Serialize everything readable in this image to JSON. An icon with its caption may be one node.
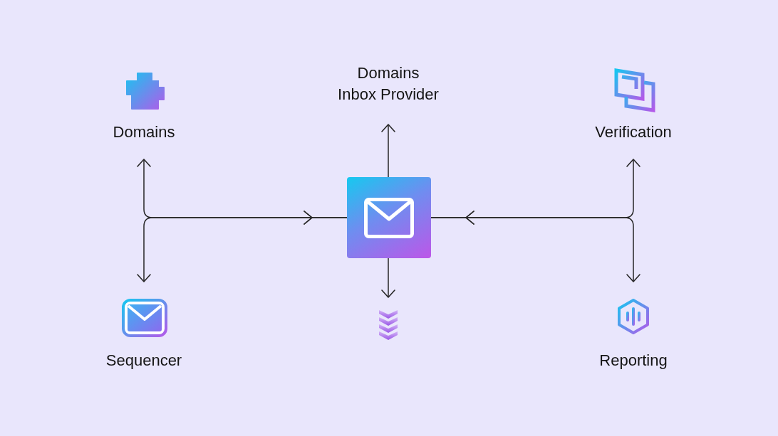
{
  "diagram": {
    "nodes": [
      {
        "text": [
          "Domains"
        ]
      },
      {
        "text": [
          "Domains Inbox Provider"
        ]
      },
      {
        "text": [
          "Verification"
        ]
      },
      {
        "text": [],
        "shape": "box"
      },
      {
        "text": [
          "Sequencer"
        ]
      },
      {
        "text": [],
        "shape": "picture"
      },
      {
        "text": [
          "Reporting"
        ]
      }
    ],
    "edges": [
      {
        "from": 3,
        "to": 0,
        "arrow": "both"
      },
      {
        "from": 3,
        "to": 1,
        "arrow": "to"
      },
      {
        "from": 3,
        "to": 2,
        "arrow": "both"
      },
      {
        "from": 3,
        "to": 4,
        "arrow": "both"
      },
      {
        "from": 3,
        "to": 5,
        "arrow": "to"
      },
      {
        "from": 3,
        "to": 6,
        "arrow": "both"
      }
    ]
  }
}
